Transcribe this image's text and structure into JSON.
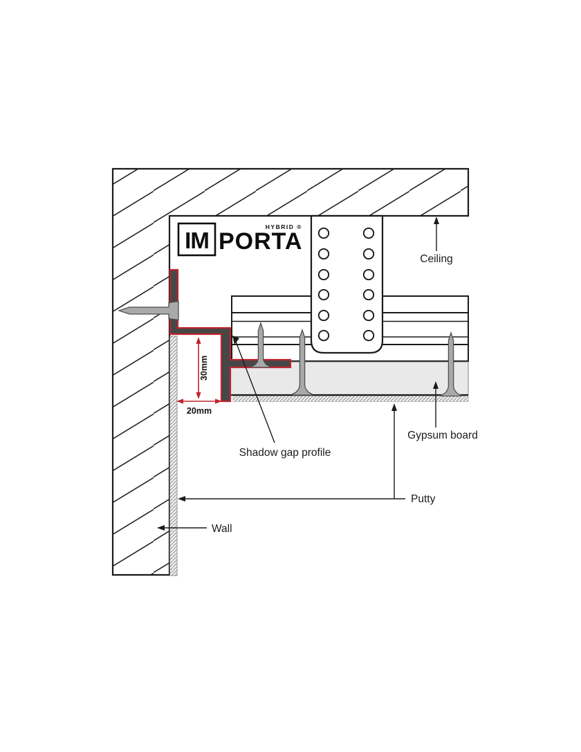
{
  "type": "technical-drawing",
  "subject": "shadow-gap-profile-installation-detail",
  "labels": {
    "ceiling": "Ceiling",
    "gypsum_board": "Gypsum board",
    "shadow_gap_profile": "Shadow gap profile",
    "putty": "Putty",
    "wall": "Wall"
  },
  "dimensions": {
    "gap_height": "30mm",
    "gap_width": "20mm"
  },
  "logo": {
    "boxed_text": "IM",
    "main_text": "PORTA",
    "tagline": "HYBRID ®"
  },
  "colors": {
    "profile_outline_red": "#c0242e",
    "profile_fill_gray": "#474747",
    "gypsum_fill": "#e9e9ea",
    "screw_fill": "#a9a9a9",
    "line_color": "#1a1a1a"
  }
}
